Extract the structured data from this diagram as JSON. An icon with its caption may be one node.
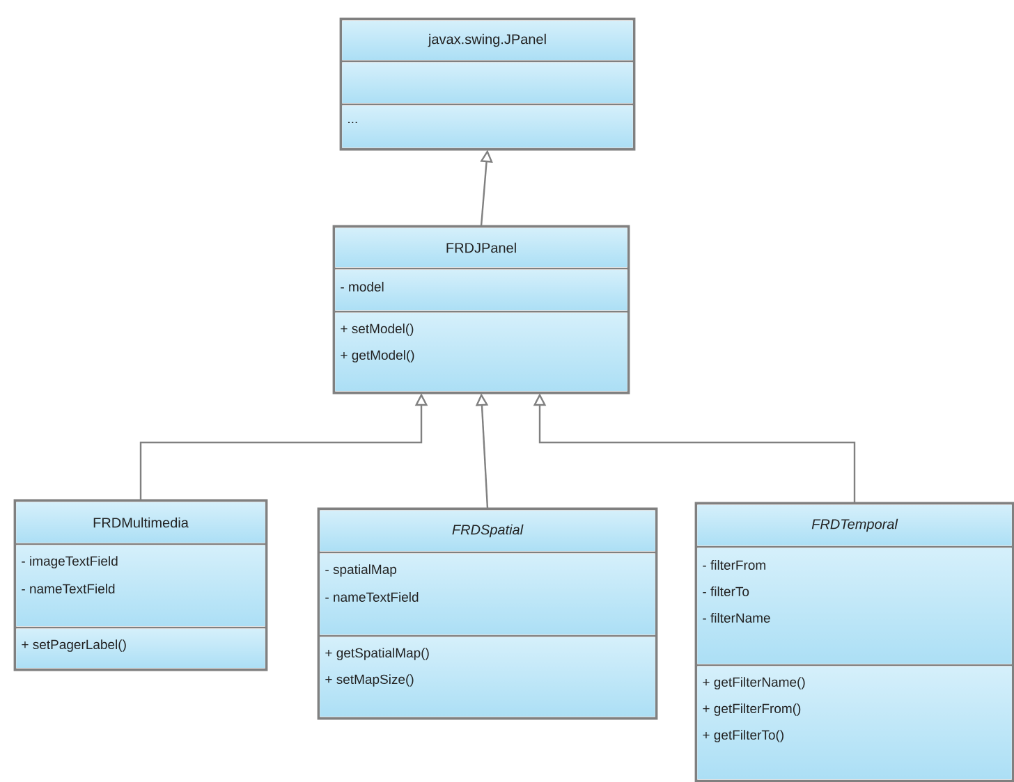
{
  "diagram": {
    "nodes": [
      {
        "text": [
          "javax.swing.JPanel",
          "..."
        ]
      },
      {
        "text": [
          "FRDJPanel",
          "- model",
          "+ setModel()",
          "+ getModel()"
        ]
      },
      {
        "text": [
          "FRDMultimedia",
          "- imageTextField",
          "- nameTextField",
          "+ setPagerLabel()"
        ]
      },
      {
        "text": [
          "FRDSpatial",
          "- spatialMap",
          "- nameTextField",
          "+ getSpatialMap()",
          "+ setMapSize()"
        ]
      },
      {
        "text": [
          "FRDTemporal",
          "- filterFrom",
          "- filterTo",
          "- filterName",
          "+ getFilterName()",
          "+ getFilterFrom()",
          "+ getFilterTo()"
        ]
      }
    ],
    "edges": [
      {
        "from": 1,
        "to": 0,
        "arrow": "to"
      },
      {
        "from": 2,
        "to": 1,
        "arrow": "to"
      },
      {
        "from": 3,
        "to": 1,
        "arrow": "to"
      },
      {
        "from": 4,
        "to": 1,
        "arrow": "to"
      }
    ]
  }
}
